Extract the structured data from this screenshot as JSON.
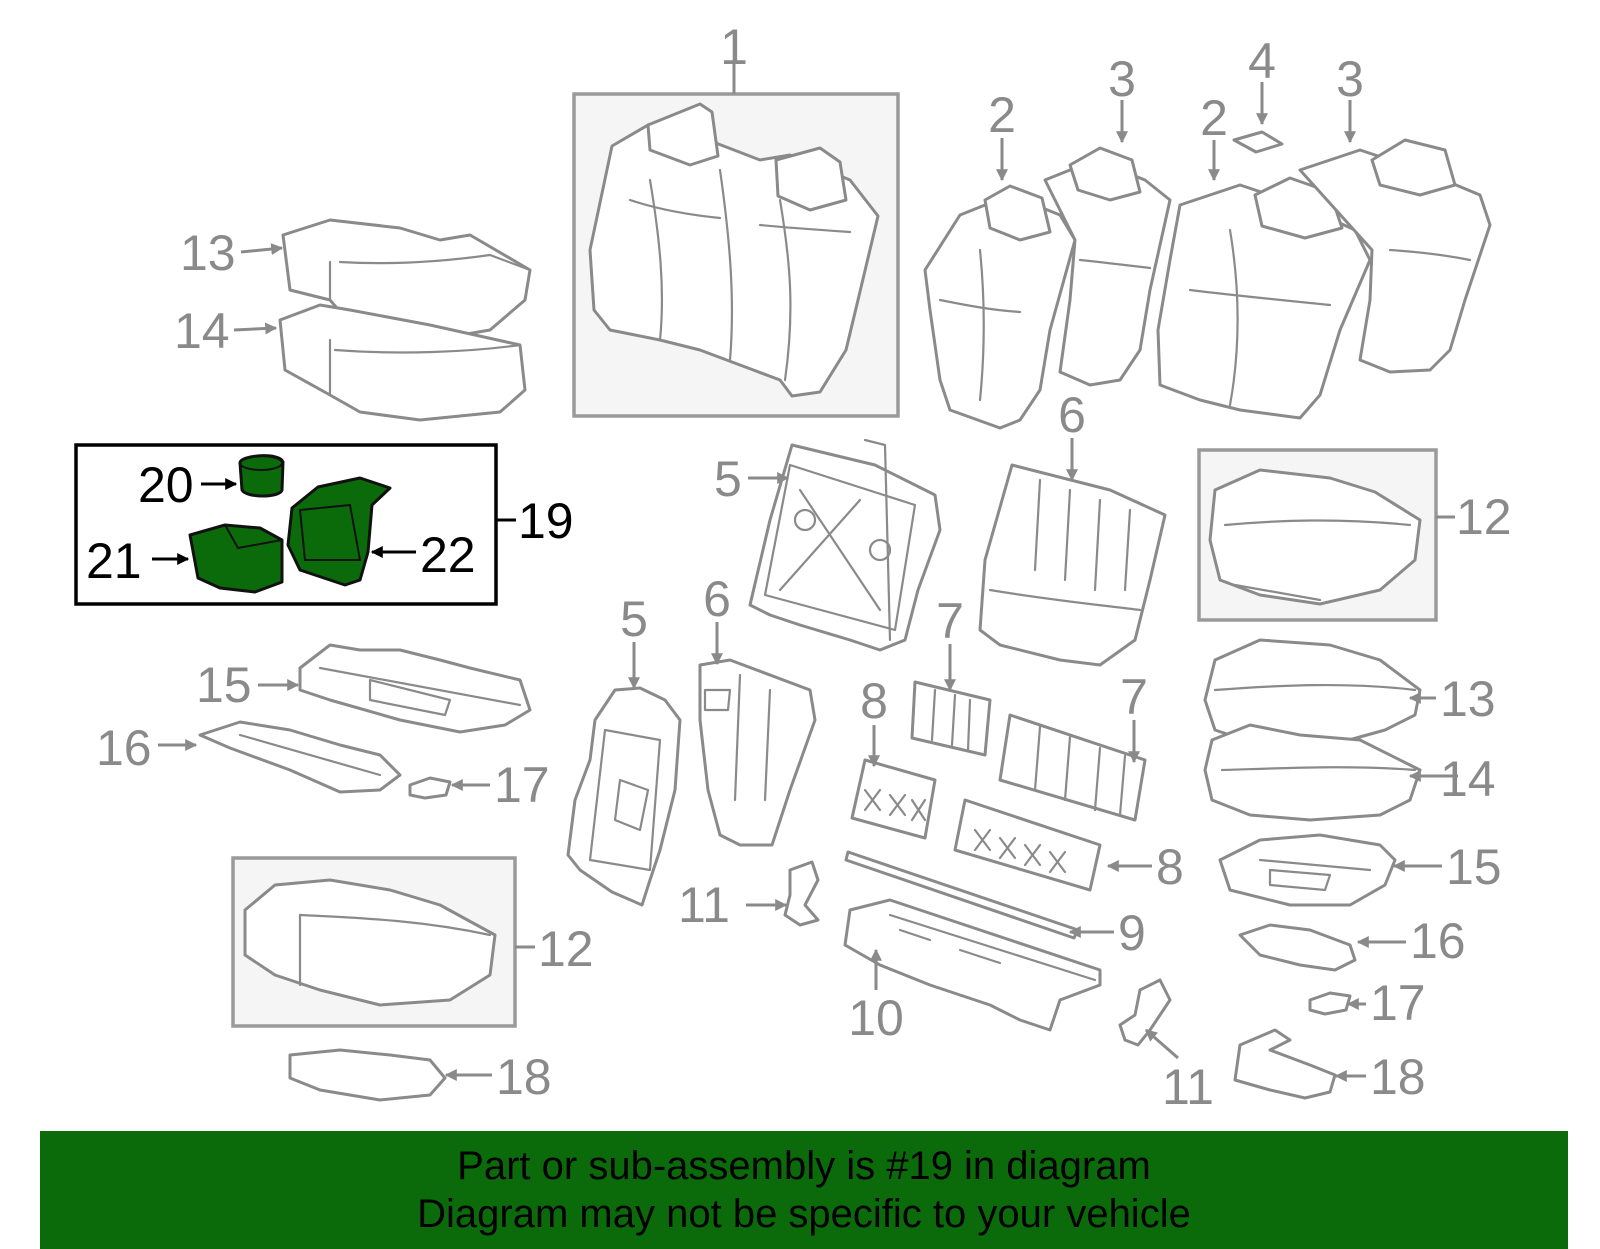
{
  "callouts": {
    "c1": "1",
    "c2a": "2",
    "c2b": "2",
    "c3a": "3",
    "c3b": "3",
    "c4": "4",
    "c5a": "5",
    "c5b": "5",
    "c6a": "6",
    "c6b": "6",
    "c7a": "7",
    "c7b": "7",
    "c8a": "8",
    "c8b": "8",
    "c9": "9",
    "c10": "10",
    "c11a": "11",
    "c11b": "11",
    "c12a": "12",
    "c12b": "12",
    "c13a": "13",
    "c13b": "13",
    "c14a": "14",
    "c14b": "14",
    "c15a": "15",
    "c15b": "15",
    "c16a": "16",
    "c16b": "16",
    "c17a": "17",
    "c17b": "17",
    "c18a": "18",
    "c18b": "18",
    "c19": "19",
    "c20": "20",
    "c21": "21",
    "c22": "22"
  },
  "banner": {
    "line1": "Part or sub-assembly is #19 in diagram",
    "line2": "Diagram may not be specific to your vehicle"
  },
  "colors": {
    "highlight": "#0b6b0b",
    "line": "#8a8a8a",
    "banner": "#0b6b0b"
  }
}
